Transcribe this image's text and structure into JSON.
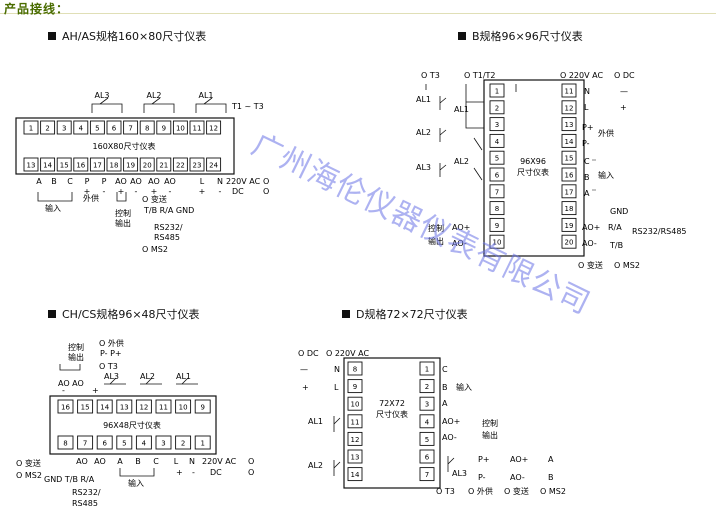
{
  "header": {
    "title": "产品接线："
  },
  "watermark": "广州海伦仪器仪表有限公司",
  "panels": {
    "ah": {
      "title": "AH/AS规格160×80尺寸仪表",
      "model": "160X80尺寸仪表",
      "top_terminals": [
        "1",
        "2",
        "3",
        "4",
        "5",
        "6",
        "7",
        "8",
        "9",
        "10",
        "11",
        "12"
      ],
      "bottom_terminals": [
        "13",
        "14",
        "15",
        "16",
        "17",
        "18",
        "19",
        "20",
        "21",
        "22",
        "23",
        "24"
      ],
      "relays": [
        "AL3",
        "AL2",
        "AL1"
      ],
      "relay_range": "T1 ~ T3",
      "bottom_labels": [
        "A",
        "B",
        "C",
        "P",
        "P",
        "AO",
        "AO",
        "AO",
        "AO",
        "L",
        "N"
      ],
      "bottom_signs": [
        "+",
        "-",
        "+",
        "-",
        "+",
        "-",
        "+",
        "-"
      ],
      "power": "220V AC",
      "dc": "DC",
      "input": "输入",
      "supply": "外供",
      "control": "控制",
      "output": "输出",
      "transmit": "O 变送",
      "comm": "T/B R/A GND",
      "rs": "RS232/",
      "rs2": "RS485",
      "ms2": "O MS2",
      "circ": "O"
    },
    "b": {
      "title": "B规格96×96尺寸仪表",
      "model": "96X96",
      "model2": "尺寸仪表",
      "left_terminals": [
        "1",
        "2",
        "3",
        "4",
        "5",
        "6",
        "7",
        "8",
        "9",
        "10"
      ],
      "right_terminals": [
        "11",
        "12",
        "13",
        "14",
        "15",
        "16",
        "17",
        "18",
        "19",
        "20"
      ],
      "t3": "O T3",
      "t12": "O T1/T2",
      "ac": "O 220V AC",
      "dc": "O DC",
      "al1": "AL1",
      "al2": "AL2",
      "al3": "AL3",
      "al1b": "AL1",
      "al2b": "AL2",
      "n": "N",
      "l": "L",
      "minus": "—",
      "plus": "+",
      "pplus": "P+",
      "supply": "外供",
      "pminus": "P-",
      "c": "C",
      "bb": "B",
      "input": "输入",
      "a": "A",
      "gnd": "GND",
      "aop": "AO+",
      "aom": "AO-",
      "ra": "R/A",
      "tb": "T/B",
      "rs": "RS232/RS485",
      "ctrl_aop": "AO+",
      "ctrl_aom": "AO-",
      "control": "控制",
      "output": "输出",
      "transmit": "O 变送",
      "ms2": "O MS2"
    },
    "ch": {
      "title": "CH/CS规格96×48尺寸仪表",
      "model": "96X48尺寸仪表",
      "top_terminals": [
        "16",
        "15",
        "14",
        "13",
        "12",
        "11",
        "10",
        "9"
      ],
      "bottom_terminals": [
        "8",
        "7",
        "6",
        "5",
        "4",
        "3",
        "2",
        "1"
      ],
      "control": "控制",
      "output": "输出",
      "supply": "O 外供",
      "pm": "P-   P+",
      "t3": "O T3",
      "aoao": "AO  AO",
      "al3": "AL3",
      "al2": "AL2",
      "al1": "AL1",
      "bottom": [
        "AO",
        "AO",
        "A",
        "B",
        "C",
        "L",
        "N"
      ],
      "ac": "220V AC",
      "dc": "DC",
      "input": "输入",
      "transmit": "O 变送",
      "ms2": "O MS2",
      "gnd": "GND T/B R/A",
      "rs": "RS232/",
      "rs2": "RS485",
      "plus": "+",
      "minus": "-",
      "circ": "O"
    },
    "d": {
      "title": "D规格72×72尺寸仪表",
      "model": "72X72",
      "model2": "尺寸仪表",
      "left_terminals": [
        "8",
        "9",
        "10",
        "11",
        "12",
        "13",
        "14"
      ],
      "right_terminals": [
        "1",
        "2",
        "3",
        "4",
        "5",
        "6",
        "7"
      ],
      "dc": "O DC",
      "ac": "O 220V AC",
      "n": "N",
      "l": "L",
      "minus": "—",
      "plus": "+",
      "al1": "AL1",
      "al2": "AL2",
      "al3": "AL3",
      "c": "C",
      "b": "B",
      "input": "输入",
      "a": "A",
      "aop": "AO+",
      "aom": "AO-",
      "control": "控制",
      "output": "输出",
      "pplus": "P+",
      "pminus": "P-",
      "aop2": "AO+",
      "aom2": "AO-",
      "ra": "A",
      "rb": "B",
      "t3": "O T3",
      "supply": "O 外供",
      "transmit": "O 变送",
      "ms2": "O MS2"
    }
  }
}
